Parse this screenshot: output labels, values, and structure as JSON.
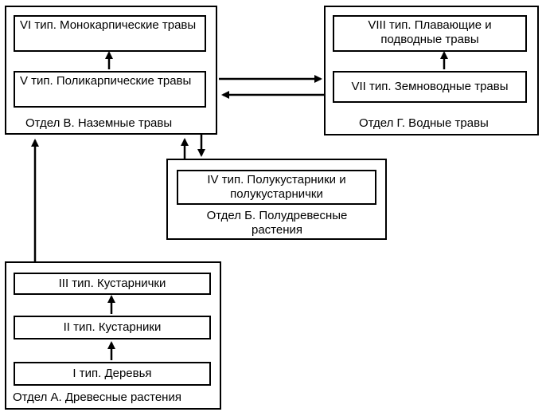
{
  "section_v": {
    "caption": "Отдел В. Наземные травы",
    "type_vi": "VI тип. Монокарпические травы",
    "type_v": "V тип. Поликарпические травы"
  },
  "section_g": {
    "caption": "Отдел Г. Водные травы",
    "type_viii": "VIII тип. Плавающие и подводные травы",
    "type_vii": "VII тип. Земноводные травы"
  },
  "section_b": {
    "caption": "Отдел Б. Полудревесные растения",
    "type_iv": "IV тип. Полукустарники и полукустарнички"
  },
  "section_a": {
    "caption": "Отдел А. Древесные растения",
    "type_iii": "III тип. Кустарнички",
    "type_ii": "II тип. Кустарники",
    "type_i": "I тип. Деревья"
  }
}
